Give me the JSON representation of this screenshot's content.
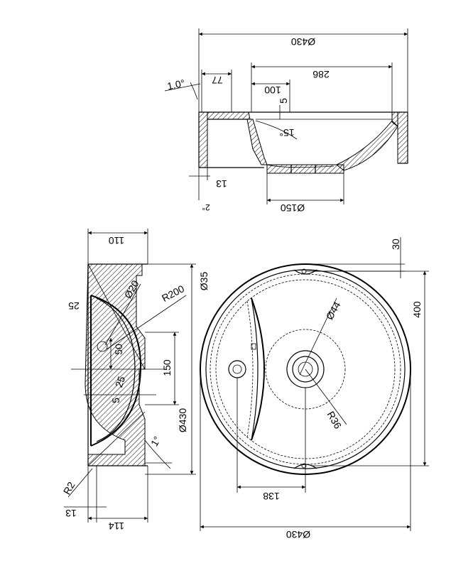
{
  "dims": {
    "top_width": "Ø430",
    "top_286": "286",
    "top_100": "100",
    "top_77": "77",
    "top_angle": "1.0°",
    "top_5": "5",
    "top_15deg": "15°",
    "top_13": "13",
    "top_2deg": "2°",
    "top_150": "Ø150",
    "side_110": "110",
    "side_35": "Ø35",
    "side_20": "Ø20",
    "side_R200": "R200",
    "side_25a": "25",
    "side_50": "50",
    "side_150": "150",
    "side_25b": "25",
    "side_5": "5",
    "side_430": "Ø430",
    "side_1deg": "1°",
    "side_R2": "R2",
    "side_13": "13",
    "side_114": "114",
    "plan_30": "30",
    "plan_400": "400",
    "plan_44": "Ø44",
    "plan_R36": "R36",
    "plan_138": "138",
    "plan_430": "Ø430"
  }
}
